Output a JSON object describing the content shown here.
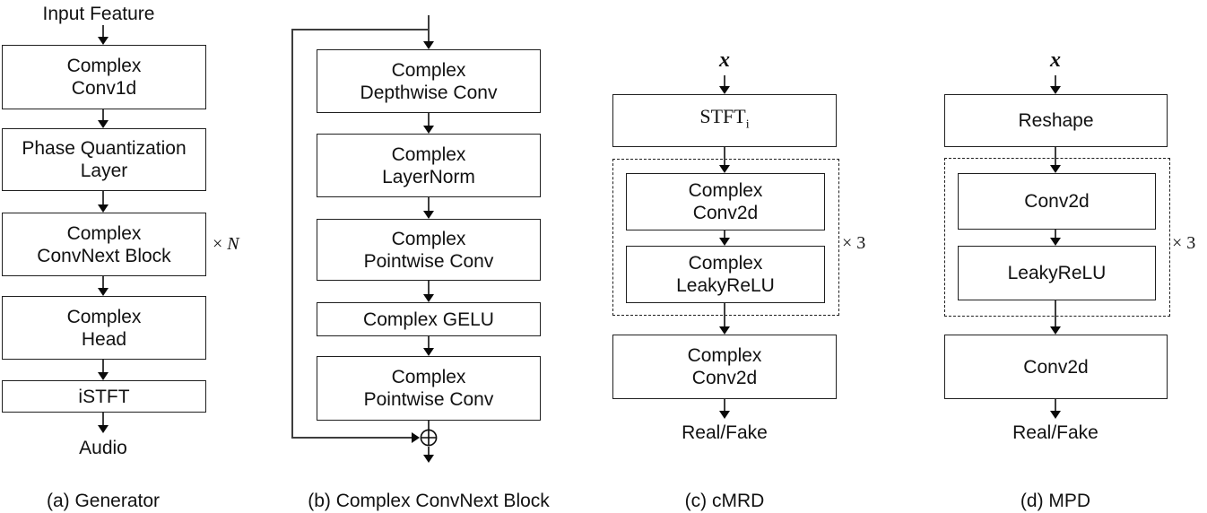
{
  "figure": {
    "colors": {
      "background": "#ffffff",
      "line": "#3d3d3d",
      "arrowhead": "#0a0a0a",
      "box_border": "#1f1f1f",
      "text": "#111111"
    },
    "columns": {
      "a": {
        "caption": "(a) Generator",
        "input_label": "Input Feature",
        "output_label": "Audio",
        "repeat": {
          "times": "×",
          "var": "N"
        },
        "boxes": {
          "conv1d": {
            "line1": "Complex",
            "line2": "Conv1d"
          },
          "pql": {
            "line1": "Phase Quantization",
            "line2": "Layer"
          },
          "convnext": {
            "line1": "Complex",
            "line2": "ConvNext Block"
          },
          "head": {
            "line1": "Complex",
            "line2": "Head"
          },
          "istft": {
            "line1": "iSTFT"
          }
        }
      },
      "b": {
        "caption": "(b) Complex ConvNext Block",
        "boxes": {
          "depthwise": {
            "line1": "Complex",
            "line2": "Depthwise Conv"
          },
          "layernorm": {
            "line1": "Complex",
            "line2": "LayerNorm"
          },
          "pointwise1": {
            "line1": "Complex",
            "line2": "Pointwise Conv"
          },
          "gelu": {
            "line1": "Complex GELU"
          },
          "pointwise2": {
            "line1": "Complex",
            "line2": "Pointwise Conv"
          }
        }
      },
      "c": {
        "caption": "(c) cMRD",
        "input_label": "x",
        "output_label": "Real/Fake",
        "repeat": {
          "label": "× 3"
        },
        "boxes": {
          "stft": {
            "main": "STFT",
            "sub": "i"
          },
          "conv2d_1": {
            "line1": "Complex",
            "line2": "Conv2d"
          },
          "leakyrelu": {
            "line1": "Complex",
            "line2": "LeakyReLU"
          },
          "conv2d_2": {
            "line1": "Complex",
            "line2": "Conv2d"
          }
        }
      },
      "d": {
        "caption": "(d) MPD",
        "input_label": "x",
        "output_label": "Real/Fake",
        "repeat": {
          "label": "× 3"
        },
        "boxes": {
          "reshape": {
            "line1": "Reshape"
          },
          "conv2d_1": {
            "line1": "Conv2d"
          },
          "leakyrelu": {
            "line1": "LeakyReLU"
          },
          "conv2d_2": {
            "line1": "Conv2d"
          }
        }
      }
    }
  }
}
